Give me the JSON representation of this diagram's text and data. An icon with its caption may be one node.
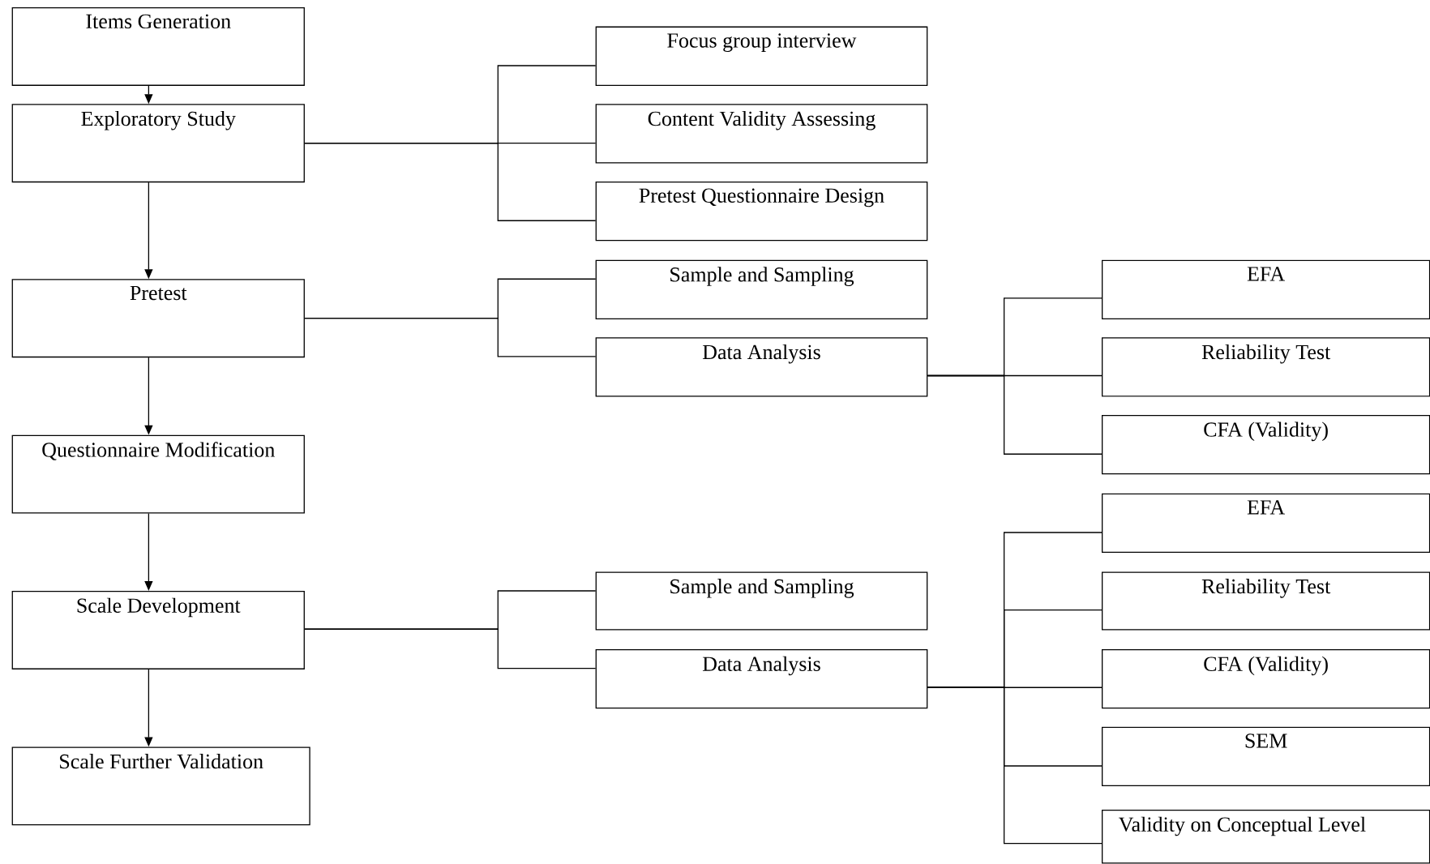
{
  "diagram": {
    "nodes": [
      {
        "text": [
          "Items Generation"
        ]
      },
      {
        "text": [
          "Exploratory Study"
        ]
      },
      {
        "text": [
          "Pretest"
        ]
      },
      {
        "text": [
          "Questionnaire Modification"
        ]
      },
      {
        "text": [
          "Scale Development"
        ]
      },
      {
        "text": [
          "Scale Further Validation"
        ]
      },
      {
        "text": [
          "Focus group interview"
        ]
      },
      {
        "text": [
          "Content Validity Assessing"
        ]
      },
      {
        "text": [
          "Pretest Questionnaire Design"
        ]
      },
      {
        "text": [
          "Sample and Sampling"
        ]
      },
      {
        "text": [
          "Data Analysis"
        ]
      },
      {
        "text": [
          "EFA"
        ]
      },
      {
        "text": [
          "Reliability Test"
        ]
      },
      {
        "text": [
          "CFA (Validity)"
        ]
      },
      {
        "text": [
          "Sample and Sampling"
        ]
      },
      {
        "text": [
          "Data Analysis"
        ]
      },
      {
        "text": [
          "EFA"
        ]
      },
      {
        "text": [
          "Reliability Test"
        ]
      },
      {
        "text": [
          "CFA (Validity)"
        ]
      },
      {
        "text": [
          "SEM"
        ]
      },
      {
        "text": [
          "Validity on Conceptual Level"
        ]
      }
    ],
    "edges": [
      {
        "from": 0,
        "to": 1,
        "arrow": "to"
      },
      {
        "from": 1,
        "to": 2,
        "arrow": "to"
      },
      {
        "from": 2,
        "to": 3,
        "arrow": "to"
      },
      {
        "from": 3,
        "to": 4,
        "arrow": "to"
      },
      {
        "from": 4,
        "to": 5,
        "arrow": "to"
      },
      {
        "from": 1,
        "to": 6,
        "arrow": "none"
      },
      {
        "from": 1,
        "to": 7,
        "arrow": "none"
      },
      {
        "from": 1,
        "to": 8,
        "arrow": "none"
      },
      {
        "from": 2,
        "to": 9,
        "arrow": "none"
      },
      {
        "from": 2,
        "to": 10,
        "arrow": "none"
      },
      {
        "from": 10,
        "to": 11,
        "arrow": "none"
      },
      {
        "from": 10,
        "to": 12,
        "arrow": "none"
      },
      {
        "from": 10,
        "to": 13,
        "arrow": "none"
      },
      {
        "from": 4,
        "to": 14,
        "arrow": "none"
      },
      {
        "from": 4,
        "to": 15,
        "arrow": "none"
      },
      {
        "from": 15,
        "to": 16,
        "arrow": "none"
      },
      {
        "from": 15,
        "to": 17,
        "arrow": "none"
      },
      {
        "from": 15,
        "to": 18,
        "arrow": "none"
      },
      {
        "from": 15,
        "to": 19,
        "arrow": "none"
      },
      {
        "from": 15,
        "to": 20,
        "arrow": "none"
      }
    ]
  }
}
